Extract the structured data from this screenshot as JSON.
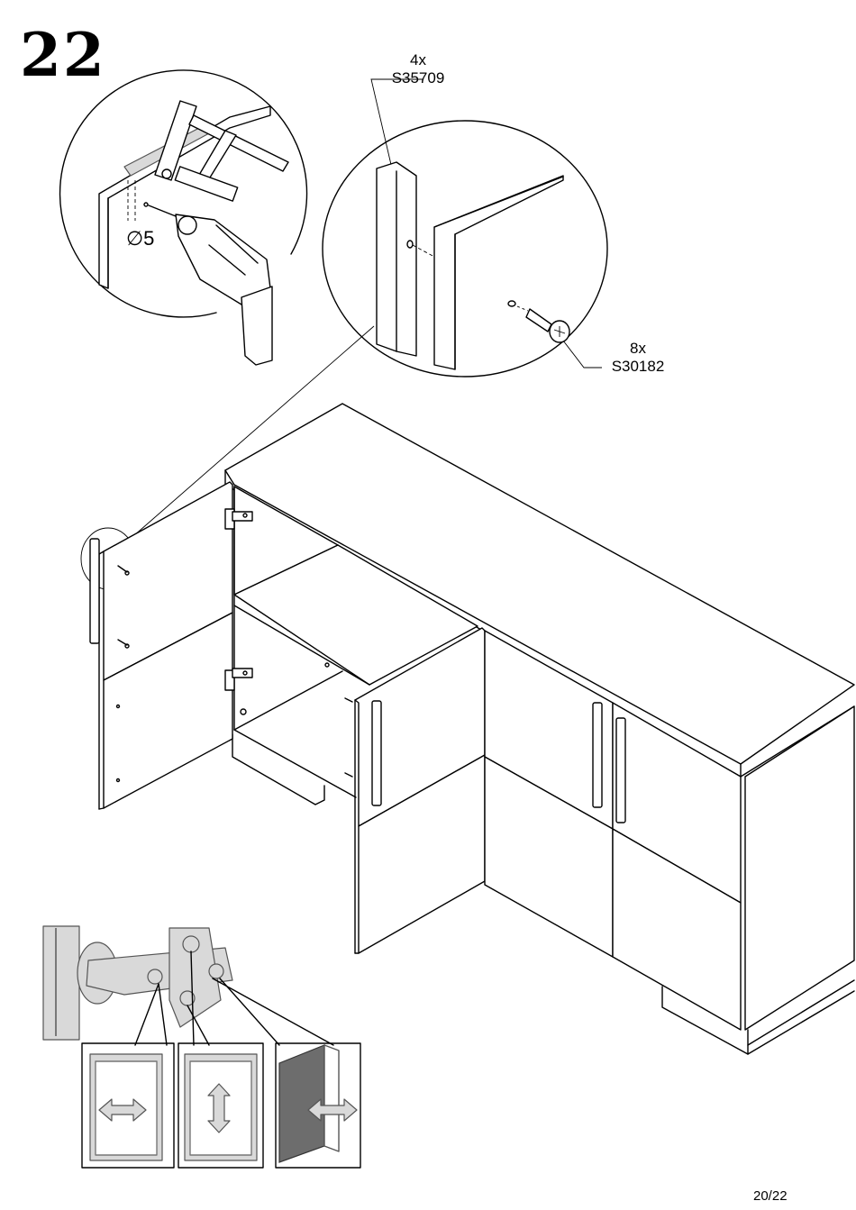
{
  "step": {
    "number": "22"
  },
  "callouts": [
    {
      "quantity": "4x",
      "part_code": "S35709"
    },
    {
      "quantity": "8x",
      "part_code": "S30182"
    }
  ],
  "drill": {
    "diameter_symbol": "∅",
    "diameter_value": "5"
  },
  "hinge_adjustments": [
    {
      "direction": "horizontal",
      "icon": "double-arrow-horizontal-icon"
    },
    {
      "direction": "vertical",
      "icon": "double-arrow-vertical-icon"
    },
    {
      "direction": "depth",
      "icon": "double-arrow-depth-icon"
    }
  ],
  "footer": {
    "page": "20/22"
  }
}
